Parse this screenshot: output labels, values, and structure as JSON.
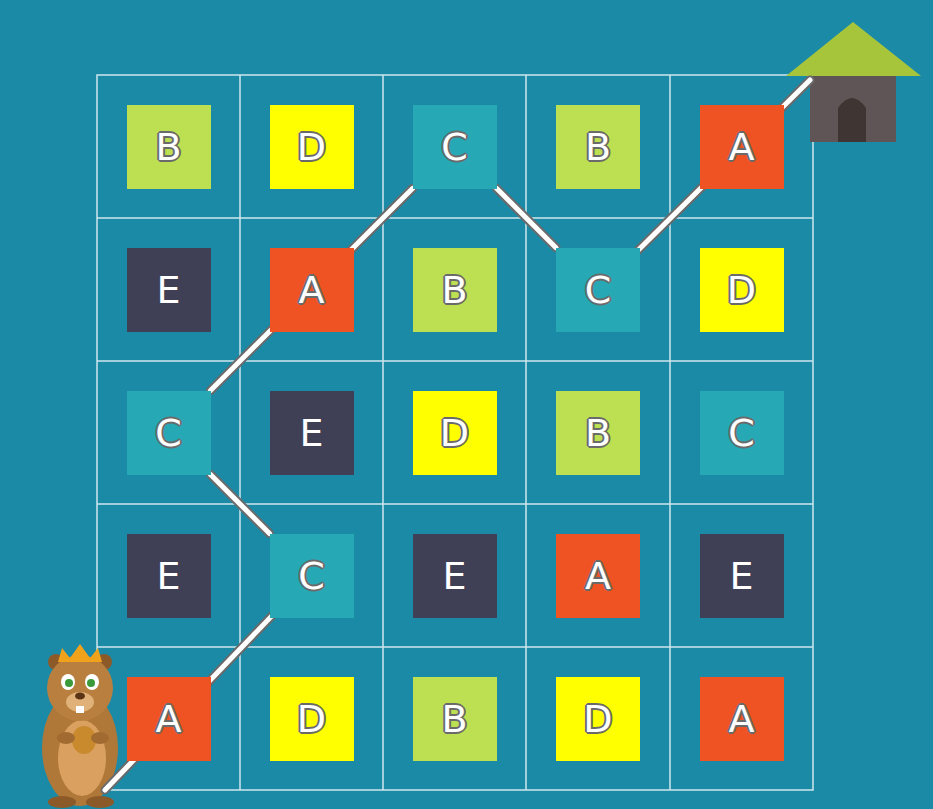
{
  "diagram": {
    "nodes": [
      {
        "text": [
          "B"
        ]
      },
      {
        "text": [
          "D"
        ]
      },
      {
        "text": [
          "C"
        ]
      },
      {
        "text": [
          "B"
        ]
      },
      {
        "text": [
          "A"
        ]
      },
      {
        "text": [
          "E"
        ]
      },
      {
        "text": [
          "A"
        ]
      },
      {
        "text": [
          "B"
        ]
      },
      {
        "text": [
          "C"
        ]
      },
      {
        "text": [
          "D"
        ]
      },
      {
        "text": [
          "C"
        ]
      },
      {
        "text": [
          "E"
        ]
      },
      {
        "text": [
          "D"
        ]
      },
      {
        "text": [
          "B"
        ]
      },
      {
        "text": [
          "C"
        ]
      },
      {
        "text": [
          "E"
        ]
      },
      {
        "text": [
          "C"
        ]
      },
      {
        "text": [
          "E"
        ]
      },
      {
        "text": [
          "A"
        ]
      },
      {
        "text": [
          "E"
        ]
      },
      {
        "text": [
          "A"
        ]
      },
      {
        "text": [
          "D"
        ]
      },
      {
        "text": [
          "B"
        ]
      },
      {
        "text": [
          "D"
        ]
      },
      {
        "text": [
          "A"
        ]
      }
    ],
    "edges": [
      {
        "from": 16,
        "to": 10,
        "arrow": "none"
      },
      {
        "from": 10,
        "to": 2,
        "arrow": "none"
      },
      {
        "from": 2,
        "to": 8,
        "arrow": "none"
      }
    ]
  }
}
